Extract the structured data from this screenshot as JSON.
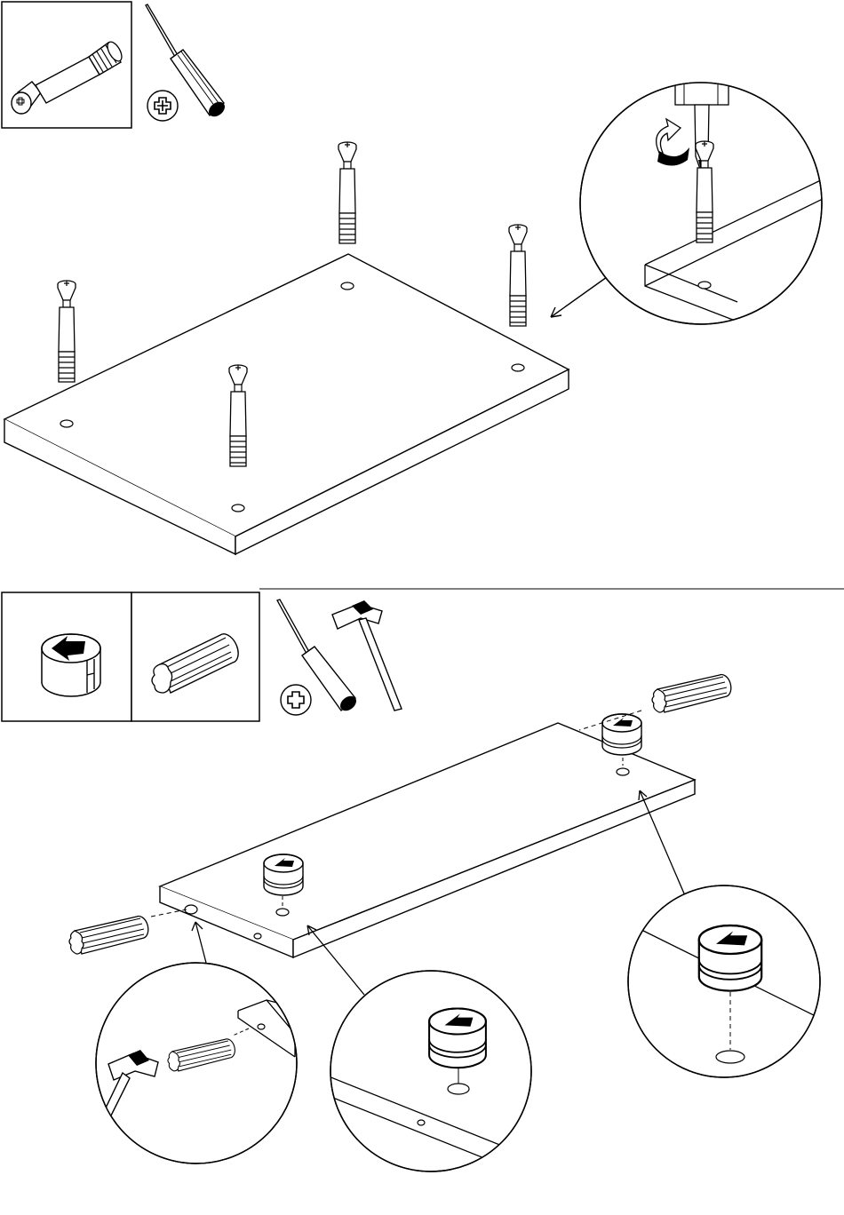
{
  "document": {
    "type": "assembly-instructions",
    "steps": [
      {
        "parts": [
          {
            "icon": "cam-bolt-icon",
            "count": null
          }
        ],
        "tools": [
          "phillips-screwdriver-icon"
        ],
        "screw_count": 4,
        "detail": "rotate-clockwise"
      },
      {
        "parts": [
          {
            "icon": "cam-lock-icon",
            "count": null
          },
          {
            "icon": "wooden-dowel-icon",
            "count": null
          }
        ],
        "tools": [
          "phillips-screwdriver-icon",
          "hammer-icon"
        ],
        "cam_lock_count": 2,
        "dowel_count": 2,
        "details": [
          "hammer-dowel",
          "insert-cam-lock",
          "insert-cam-lock"
        ]
      }
    ]
  },
  "colors": {
    "ink": "#000000",
    "paper": "#ffffff"
  }
}
